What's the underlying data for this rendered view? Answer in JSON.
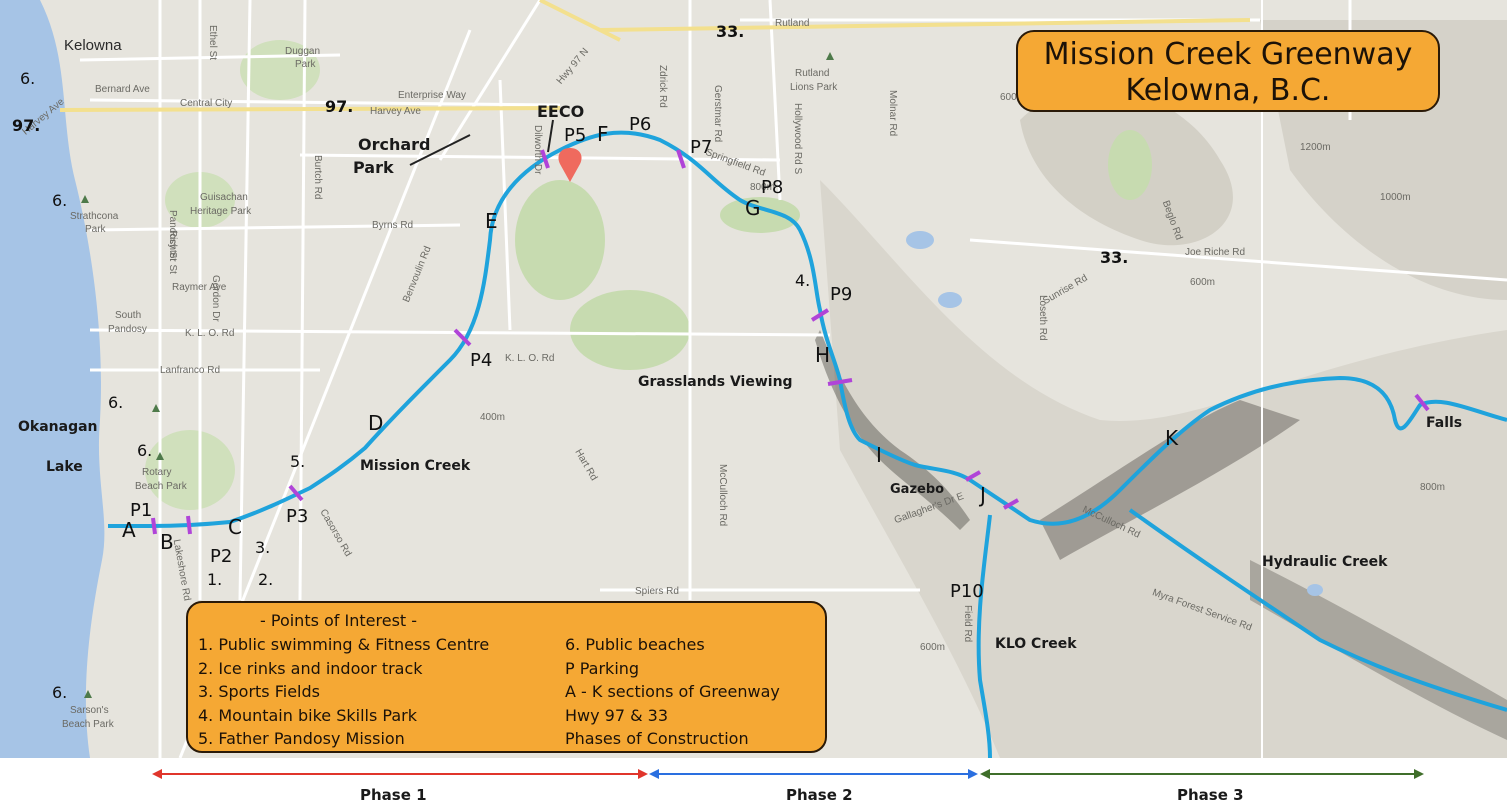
{
  "title": {
    "line1": "Mission Creek Greenway",
    "line2": "Kelowna, B.C."
  },
  "points_of_interest": {
    "heading": "- Points of Interest -",
    "left": [
      "1. Public swimming & Fitness Centre",
      "2. Ice rinks and indoor track",
      "3. Sports Fields",
      "4. Mountain bike Skills Park",
      "5. Father Pandosy Mission"
    ],
    "right": [
      "6. Public beaches",
      "P Parking",
      "A - K sections of Greenway",
      "Hwy 97 & 33",
      "Phases of Construction"
    ]
  },
  "phases": [
    {
      "label": "Phase 1",
      "color": "#e0352b"
    },
    {
      "label": "Phase 2",
      "color": "#2a6fe0"
    },
    {
      "label": "Phase 3",
      "color": "#3f6e2a"
    }
  ],
  "colors": {
    "greenway": "#1fa3dc",
    "marker": "#b044d8",
    "box": "#f5a834",
    "water": "#a6c4e6",
    "land": "#e6e4dd",
    "park": "#c7dbb0"
  },
  "labels": {
    "sections": [
      "A",
      "B",
      "C",
      "D",
      "E",
      "F",
      "G",
      "H",
      "I",
      "J",
      "K"
    ],
    "parking": [
      "P1",
      "P2",
      "P3",
      "P4",
      "P5",
      "P6",
      "P7",
      "P8",
      "P9",
      "P10"
    ],
    "poi_numbers": [
      "1.",
      "2.",
      "3.",
      "4.",
      "5.",
      "6.",
      "6.",
      "6.",
      "6.",
      "6."
    ],
    "highways": [
      "97.",
      "97.",
      "33.",
      "33."
    ],
    "features": [
      "EECO",
      "Orchard",
      "Park",
      "Grasslands Viewing",
      "Gazebo",
      "Falls",
      "Mission Creek",
      "KLO Creek",
      "Hydraulic Creek",
      "Okanagan",
      "Lake"
    ],
    "map_text": {
      "kelowna": "Kelowna",
      "bernard": "Bernard Ave",
      "central_city": "Central City",
      "harvey": "Harvey Ave",
      "harvey2": "Harvey Ave",
      "enterprise": "Enterprise Way",
      "hwy97n": "Hwy 97 N",
      "duggan": "Duggan",
      "duggan2": "Park",
      "rutland": "Rutland",
      "rutland_lions": "Rutland",
      "rutland_lions2": "Lions Park",
      "guisachan": "Guisachan",
      "guisachan2": "Heritage Park",
      "strathcona": "Strathcona",
      "strathcona2": "Park",
      "byrns": "Byrns Rd",
      "raymer": "Raymer Ave",
      "south_pandosy": "South",
      "south_pandosy2": "Pandosy",
      "klo": "K. L. O. Rd",
      "klo2": "K. L. O. Rd",
      "lanfranco": "Lanfranco Rd",
      "rotary": "Rotary",
      "rotary2": "Beach Park",
      "sarsons": "Sarson's",
      "sarsons2": "Beach Park",
      "spiers": "Spiers Rd",
      "benvoulin": "Benvoulin Rd",
      "gordon": "Gordon Dr",
      "pandosy_st": "Pandosy St",
      "richter": "Richter St",
      "ethel": "Ethel St",
      "burtch": "Burtch Rd",
      "dilworth": "Dilworth Dr",
      "springfield": "Springfield Rd",
      "hollywood": "Hollywood Rd S",
      "molnar": "Molnar Rd",
      "gerstmar": "Gerstmar Rd",
      "zdrick": "Zdrick Rd",
      "mcculloch": "McCulloch Rd",
      "mcculloch2": "McCulloch Rd",
      "hart": "Hart Rd",
      "casorso": "Casorso Rd",
      "lakeshore": "Lakeshore Rd",
      "gallaghers": "Gallagher's Dr E",
      "myra": "Myra Forest Service Rd",
      "fieldrd": "Field Rd",
      "joe_riche": "Joe Riche Rd",
      "sunrise": "Sunrise Rd",
      "loseth": "Loseth Rd",
      "beglo": "Beglo Rd",
      "m600a": "600m",
      "m600b": "600m",
      "m600c": "600m",
      "m800": "800m",
      "m800b": "800m",
      "m400": "400m",
      "m1000": "1000m",
      "m1200": "1200m"
    }
  }
}
